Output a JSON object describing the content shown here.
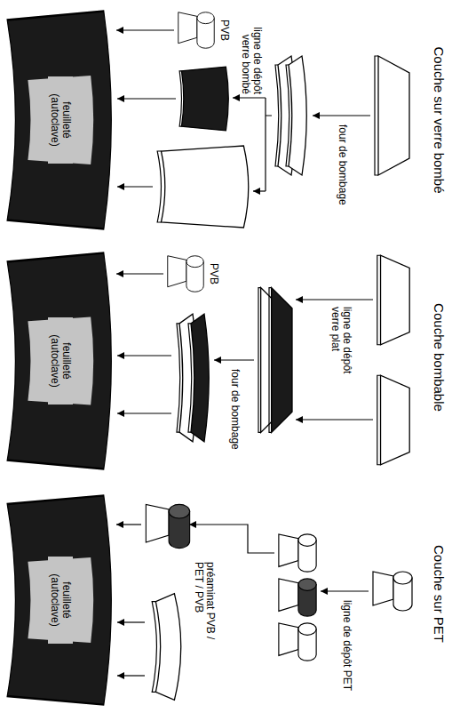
{
  "diagram": {
    "nodes": [
      {
        "text": [
          "PVB"
        ]
      },
      {
        "text": [
          "feuilleté (autoclave)"
        ]
      },
      {
        "text": [
          "PVB"
        ]
      },
      {
        "text": [
          "feuilleté (autoclave)"
        ]
      },
      {
        "text": [
          "préaminat PVB / PET / PVB"
        ]
      },
      {
        "text": [
          "feuilleté (autoclave)"
        ]
      }
    ],
    "edges": [
      {
        "from": 0,
        "to": 1,
        "arrow": "to"
      },
      {
        "from": 2,
        "to": 3,
        "arrow": "to"
      },
      {
        "from": 4,
        "to": 5,
        "arrow": "to"
      }
    ],
    "labels": [
      "Couche sur verre bombé",
      "four de bombage",
      "ligne de dépôt verre bombé",
      "Couche bombable",
      "ligne de dépôt verre plat",
      "four de bombage",
      "Couche sur PET",
      "ligne de dépôt PET"
    ]
  }
}
